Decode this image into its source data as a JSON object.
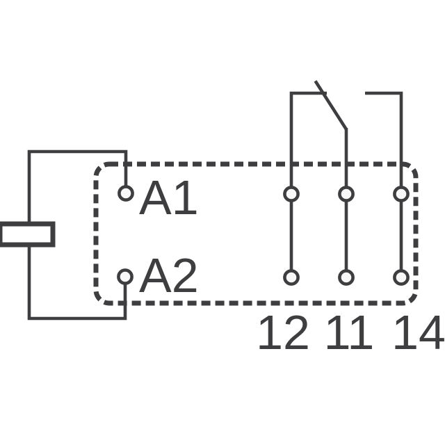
{
  "schematic": {
    "kind": "relay-pinout",
    "coil_terminal_labels": {
      "a1": "A1",
      "a2": "A2"
    },
    "contact_terminal_labels": {
      "nc": "12",
      "common": "11",
      "no": "14"
    },
    "colors": {
      "stroke": "#3e3e40",
      "background": "#ffffff",
      "terminal-fill": "#f8f8f8"
    }
  }
}
